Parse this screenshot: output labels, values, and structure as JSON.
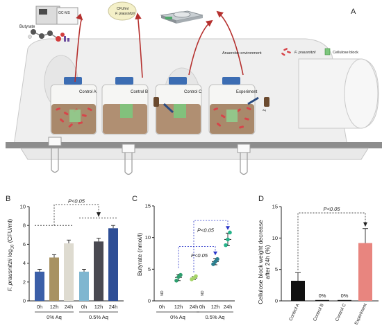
{
  "panels": {
    "a": "A",
    "b": "B",
    "c": "C",
    "d": "D"
  },
  "illustration": {
    "top_labels": {
      "instrument": "GC-MS",
      "butyrate": "Butyrate",
      "cfu": "CFU/ml",
      "cfu_species": "F. prausnitzii"
    },
    "legend": {
      "environment": "Anaerobic environment",
      "bacteria": "F. prausnitzii",
      "block": "Cellulose block"
    },
    "jars": [
      "Control A",
      "Control B",
      "Control C",
      "Experiment"
    ],
    "aq_tag": "Aq"
  },
  "chart_data": [
    {
      "type": "bar",
      "panel": "B",
      "ylabel": "F. prausnitzii log10 (CFU/ml)",
      "ylabel_parts": {
        "species": "F. prausnitzii",
        "mid": " log",
        "sub": "10",
        "unit": " (CFU/ml)"
      },
      "ylim": [
        0,
        10
      ],
      "yticks": [
        "0",
        "2",
        "4",
        "6",
        "8",
        "10"
      ],
      "groups": [
        {
          "label": "0% Aq",
          "categories": [
            "0h",
            "12h",
            "24h"
          ],
          "values": [
            3.1,
            4.6,
            6.1
          ],
          "errors": [
            0.25,
            0.3,
            0.35
          ],
          "colors": [
            "#3b5fa8",
            "#a89262",
            "#dedbd0"
          ]
        },
        {
          "label": "0.5% Aq",
          "categories": [
            "0h",
            "12h",
            "24h"
          ],
          "values": [
            3.1,
            6.3,
            7.7
          ],
          "errors": [
            0.25,
            0.35,
            0.3
          ],
          "colors": [
            "#7fb6d0",
            "#4a4a52",
            "#2e4e96"
          ]
        }
      ],
      "annotation": "P<0.05"
    },
    {
      "type": "scatter",
      "panel": "C",
      "ylabel": "Butyrate (nmol/l)",
      "ylim": [
        0,
        15
      ],
      "yticks": [
        "0",
        "5",
        "10",
        "15"
      ],
      "nd_label": "ND",
      "groups": [
        {
          "label": "0% Aq",
          "categories": [
            "0h",
            "12h",
            "24h"
          ],
          "points": [
            [],
            [
              3.2,
              3.8,
              4.1
            ],
            [
              3.4,
              3.6,
              3.9
            ]
          ],
          "means": [
            null,
            3.7,
            3.6
          ],
          "sds": [
            null,
            0.5,
            0.25
          ],
          "colors": [
            "#2f6e9e",
            "#2e9e6e",
            "#a6d46a"
          ]
        },
        {
          "label": "0.5% Aq",
          "categories": [
            "0h",
            "12h",
            "24h"
          ],
          "points": [
            [],
            [
              5.8,
              6.2,
              6.6
            ],
            [
              8.8,
              9.7,
              10.8
            ]
          ],
          "means": [
            null,
            6.2,
            9.7
          ],
          "sds": [
            null,
            0.5,
            1.0
          ],
          "colors": [
            "#2f6e9e",
            "#2a7f8f",
            "#27b38a"
          ]
        }
      ],
      "annotations": [
        "P<0.05",
        "P<0.05"
      ]
    },
    {
      "type": "bar",
      "panel": "D",
      "ylabel": "Cellulose block weight decrease after 24h (%)",
      "ylabel_lines": [
        "Cellulose block weight decrease",
        "after 24h (%)"
      ],
      "ylim": [
        0,
        15
      ],
      "yticks": [
        "0",
        "5",
        "10",
        "15"
      ],
      "categories": [
        "Control A",
        "Control B",
        "Control C",
        "Experiment"
      ],
      "values": [
        3.2,
        0,
        0,
        9.2
      ],
      "errors": [
        1.3,
        0,
        0,
        2.3
      ],
      "value_labels": [
        "",
        "0%",
        "0%",
        ""
      ],
      "colors": [
        "#111111",
        "#111111",
        "#111111",
        "#e8857f"
      ],
      "annotation": "P<0.05"
    }
  ]
}
